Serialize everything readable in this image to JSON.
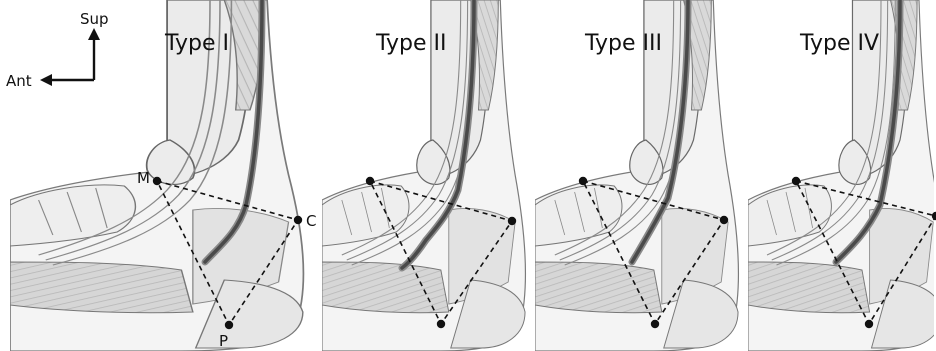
{
  "orientation": {
    "superior_label": "Sup",
    "anterior_label": "Ant"
  },
  "panels": [
    {
      "title": "Type I"
    },
    {
      "title": "Type II"
    },
    {
      "title": "Type III"
    },
    {
      "title": "Type IV"
    }
  ],
  "landmarks": {
    "m": "M",
    "c": "C",
    "p": "P"
  },
  "colors": {
    "outline": "#5a5a5a",
    "skin": "#f2f2f2",
    "bone": "#e8e8e8",
    "tendon": "#cfcfcf",
    "nerve_dark": "#4a4a4a",
    "nerve_mid": "#8a8a8a",
    "dashed_line": "#111111"
  }
}
